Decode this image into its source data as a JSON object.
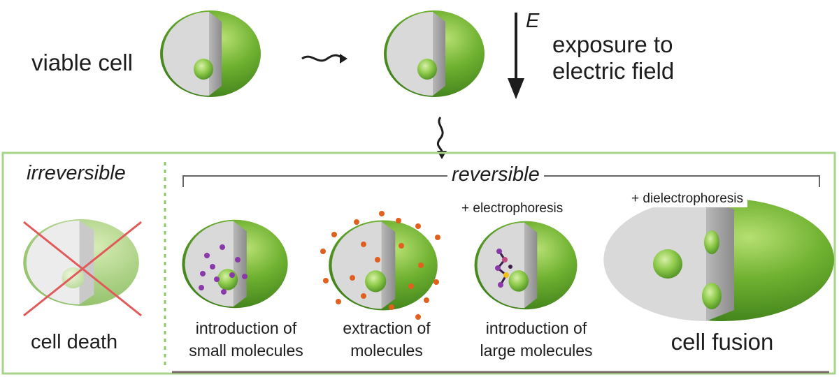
{
  "top": {
    "viable_label": "viable cell",
    "field_symbol": "E",
    "exposure_label_line1": "exposure to",
    "exposure_label_line2": "electric field"
  },
  "panel": {
    "irreversible_label": "irreversible",
    "reversible_label": "reversible",
    "cell_death_label": "cell death",
    "small_molecules_line1": "introduction of",
    "small_molecules_line2": "small molecules",
    "extraction_line1": "extraction of",
    "extraction_line2": "molecules",
    "electrophoresis_label": "+ electrophoresis",
    "large_molecules_line1": "introduction of",
    "large_molecules_line2": "large molecules",
    "dielectrophoresis_label": "+ dielectrophoresis",
    "fusion_label": "cell fusion"
  },
  "colors": {
    "cell_green": "#5a9e2a",
    "cell_light_green": "#a8d46a",
    "cut_face": "#d9d9d9",
    "cut_wall": "#9b9b9b",
    "panel_border": "#a6d48a",
    "cross": "#e05a5a",
    "small_molecule": "#8a3aa8",
    "extracted_molecule": "#e0601f"
  }
}
